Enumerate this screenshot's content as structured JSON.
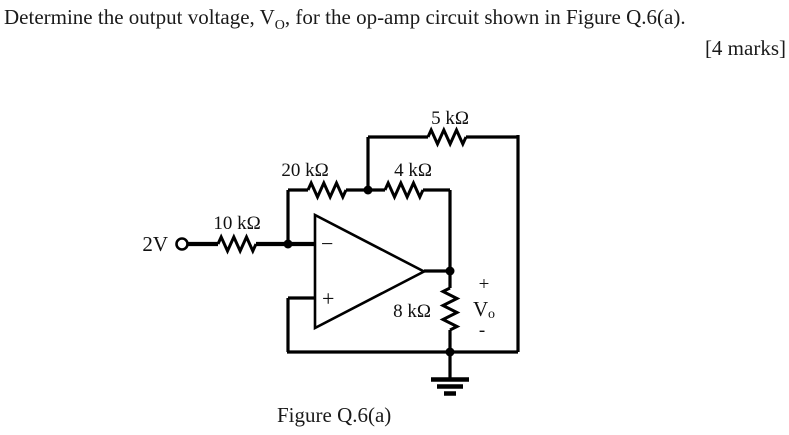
{
  "question": {
    "part1": "Determine the output voltage, V",
    "subscript": "O",
    "part2": ", for the op-amp circuit shown in Figure Q.6(a).",
    "marks": "[4 marks]"
  },
  "circuit": {
    "source": {
      "label": "2V"
    },
    "resistors": {
      "input": "10 kΩ",
      "feedback_inner": "20 kΩ",
      "middle": "4 kΩ",
      "feedback_outer": "5 kΩ",
      "load": "8 kΩ"
    },
    "opamp": {
      "inverting": "−",
      "noninverting": "+"
    },
    "output": {
      "plus": "+",
      "v": "V",
      "v_sub": "o",
      "minus": "-"
    }
  },
  "caption": "Figure Q.6(a)",
  "colors": {
    "line": "#000000",
    "background": "#ffffff"
  }
}
